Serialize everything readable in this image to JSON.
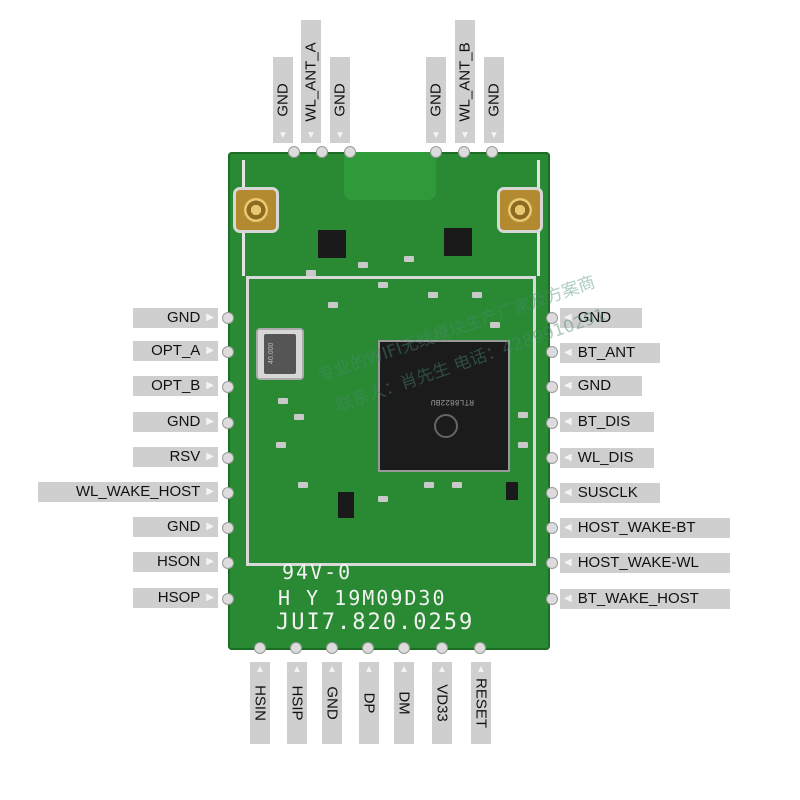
{
  "top_pins": [
    "GND",
    "WL_ANT_A",
    "GND",
    "GND",
    "WL_ANT_B",
    "GND"
  ],
  "left_pins": [
    "GND",
    "OPT_A",
    "OPT_B",
    "GND",
    "RSV",
    "WL_WAKE_HOST",
    "GND",
    "HSON",
    "HSOP"
  ],
  "right_pins": [
    "GND",
    "BT_ANT",
    "GND",
    "BT_DIS",
    "WL_DIS",
    "SUSCLK",
    "HOST_WAKE-BT",
    "HOST_WAKE-WL",
    "BT_WAKE_HOST"
  ],
  "bottom_pins": [
    "HSIN",
    "HSIP",
    "GND",
    "DP",
    "DM",
    "VD33",
    "RESET"
  ],
  "board": {
    "silkscreen_line1": "94V-0",
    "silkscreen_line2": "H Y 19M09D30",
    "silkscreen_line3": "JUI7.820.0259",
    "crystal_label": "40.000",
    "chip_marking": "RTL8822BU"
  },
  "watermark": {
    "line1": "专业的WIFI无线模块生产厂家及方案商",
    "line2": "联系人：肖先生  电话：4289910291"
  },
  "colors": {
    "pcb": "#2a8a34",
    "label_bg": "#cfcfcf"
  }
}
